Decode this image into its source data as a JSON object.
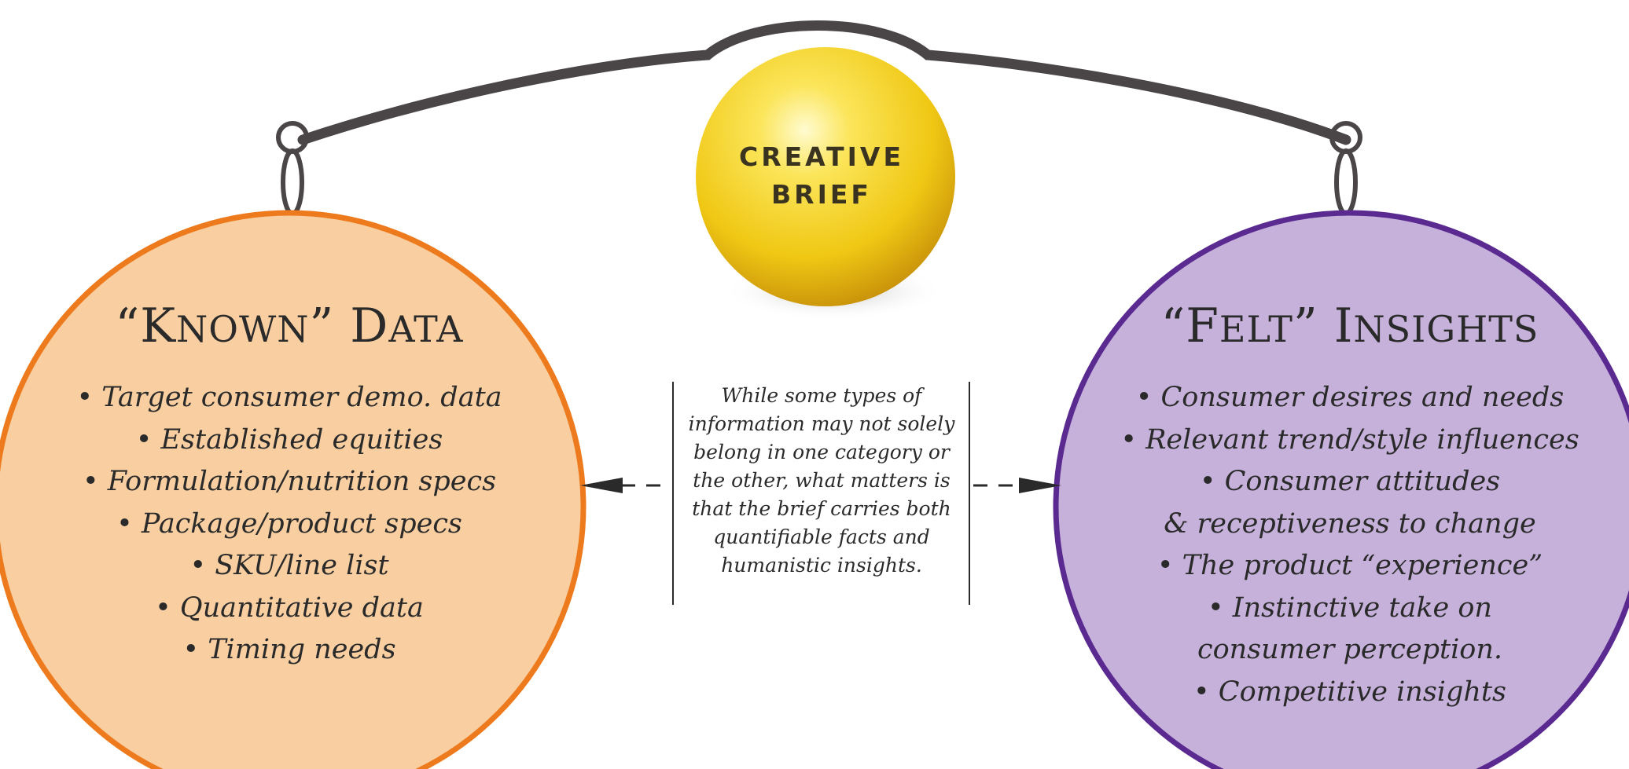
{
  "brief": {
    "line1": "CREATIVE",
    "line2": "BRIEF"
  },
  "known": {
    "title_quote_open": "“",
    "title_k": "K",
    "title_nown": "NOWN",
    "title_quote_close": "”",
    "title_d": "D",
    "title_ata": "ATA",
    "items": [
      "• Target consumer demo. data",
      "• Established equities",
      "• Formulation/nutrition specs",
      "• Package/product specs",
      "• SKU/line list",
      "• Quantitative data",
      "• Timing needs"
    ]
  },
  "felt": {
    "title_quote_open": "“",
    "title_f": "F",
    "title_elt": "ELT",
    "title_quote_close": "”",
    "title_i": "I",
    "title_nsights": "NSIGHTS",
    "items": [
      "• Consumer desires and needs",
      "• Relevant trend/style influences",
      "• Consumer attitudes",
      "& receptiveness to change",
      "• The product “experience”",
      "• Instinctive take on",
      "consumer perception.",
      "• Competitive insights"
    ]
  },
  "note": {
    "lines": [
      "While some types of",
      "information may not solely",
      "belong in one category or",
      "the other, what matters is",
      "that the brief carries both",
      "quantifiable facts and",
      "humanistic insights."
    ]
  },
  "colors": {
    "known_fill": "#f9cfa1",
    "known_stroke": "#ee7a1e",
    "felt_fill": "#c6b1db",
    "felt_stroke": "#5a2a91",
    "beam": "#4a4648",
    "sphere_light": "#fff6a8",
    "sphere_mid": "#f3cf1a",
    "sphere_dark": "#c8960b"
  }
}
